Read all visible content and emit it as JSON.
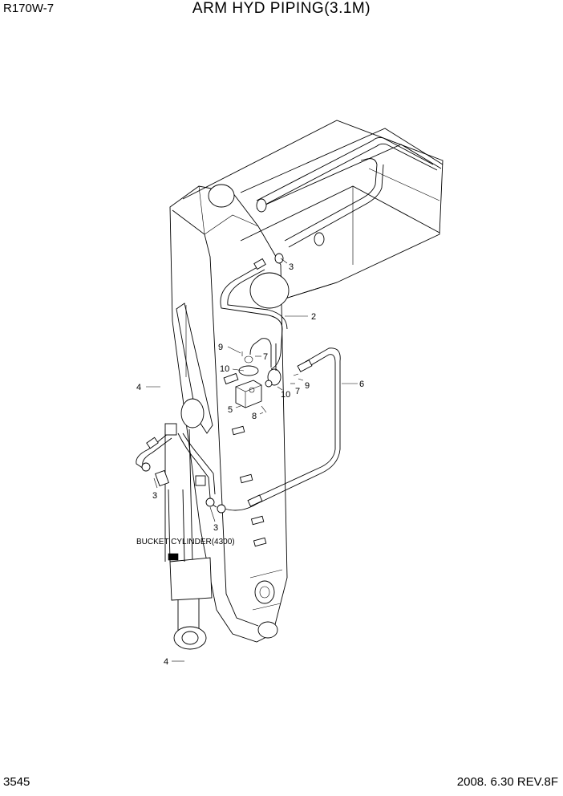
{
  "header": {
    "model": "R170W-7",
    "title": "ARM HYD PIPING(3.1M)"
  },
  "footer": {
    "page": "3545",
    "date_rev": "2008. 6.30  REV.8F"
  },
  "callouts": {
    "c1": "2",
    "c2": "3",
    "c3": "9",
    "c4": "7",
    "c5": "10",
    "c6": "6",
    "c7": "10",
    "c8": "7",
    "c9": "9",
    "c10": "4",
    "c11": "5",
    "c12": "8",
    "c13": "3",
    "c14": "3",
    "c15": "4"
  },
  "labels": {
    "bucket_cylinder": "BUCKET CYLINDER(4300)"
  }
}
